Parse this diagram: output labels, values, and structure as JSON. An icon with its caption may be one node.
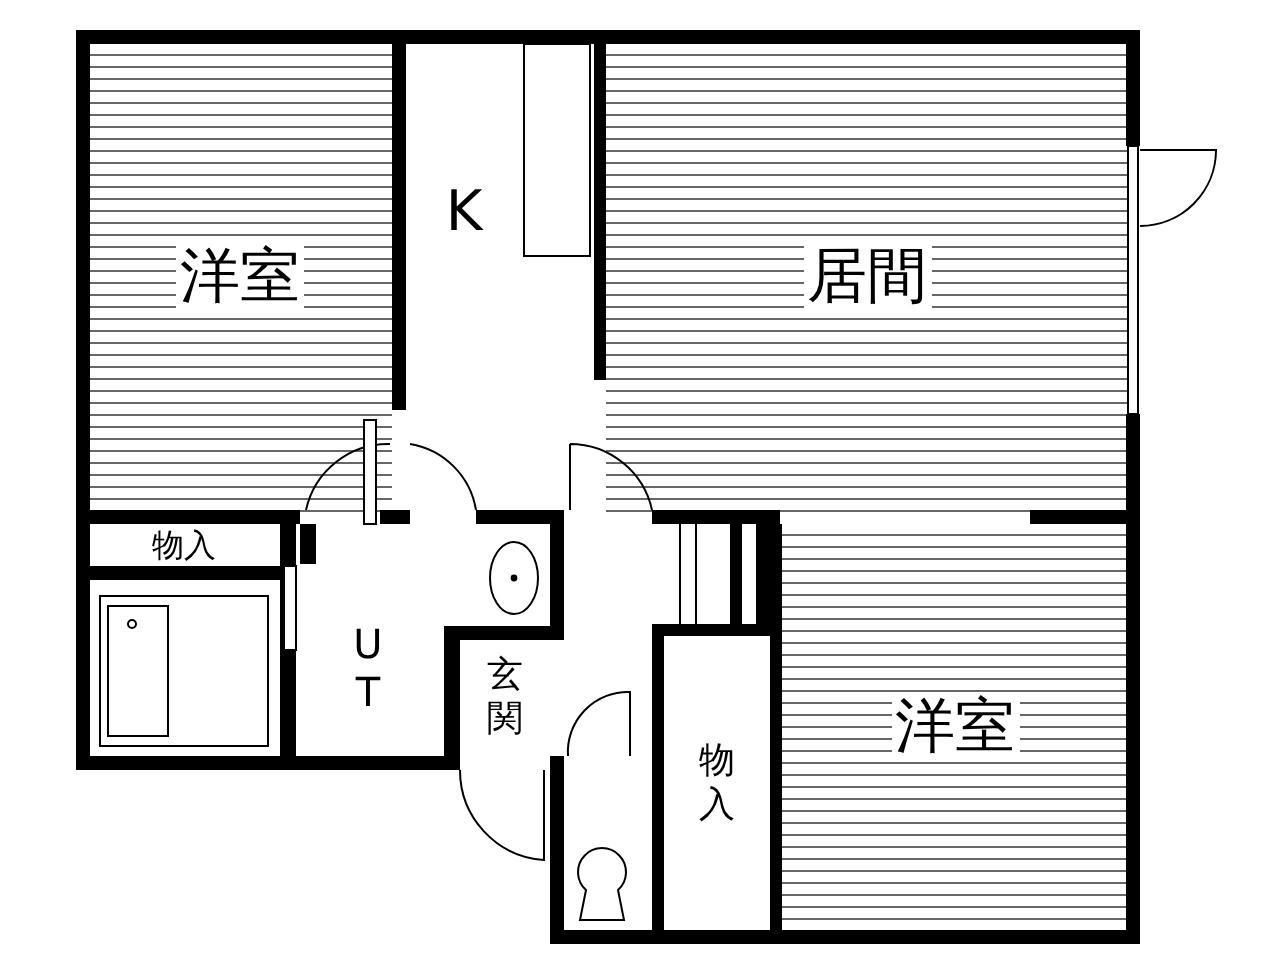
{
  "diagram": {
    "nodes": [
      {
        "text": [
          "洋室"
        ]
      },
      {
        "text": [
          "K"
        ]
      },
      {
        "text": [
          "居間"
        ]
      },
      {
        "text": [
          "物入"
        ]
      },
      {
        "text": [
          "UT"
        ]
      },
      {
        "text": [
          "玄関"
        ]
      },
      {
        "text": [
          "物入"
        ]
      },
      {
        "text": [
          "洋室"
        ]
      }
    ]
  }
}
